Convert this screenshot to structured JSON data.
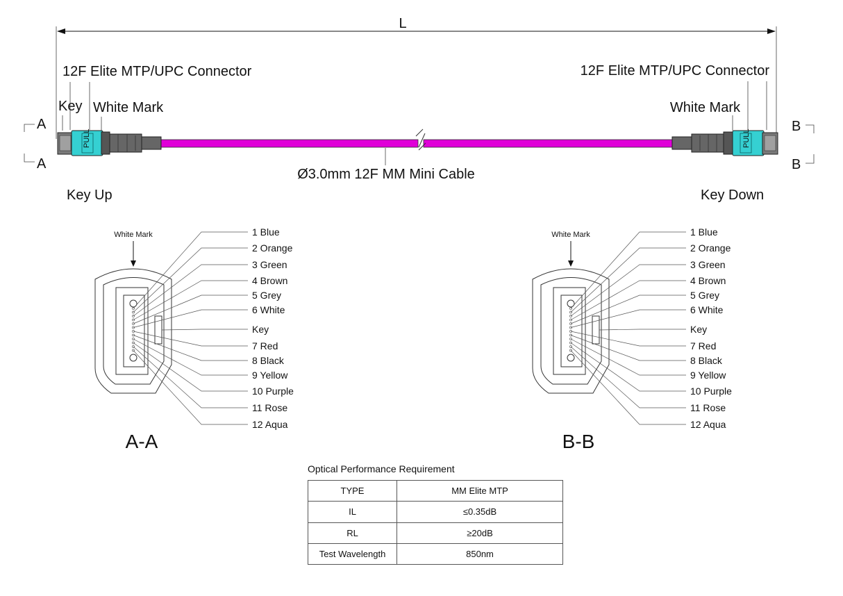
{
  "top": {
    "length_label": "L",
    "left_connector": "12F Elite MTP/UPC Connector",
    "right_connector": "12F Elite MTP/UPC Connector",
    "key_label": "Key",
    "white_mark_left": "White Mark",
    "white_mark_right": "White Mark",
    "section_a": "A",
    "section_b": "B",
    "pull_label": "PULL",
    "cable_label": "Ø3.0mm 12F MM Mini Cable",
    "key_up": "Key Up",
    "key_down": "Key  Down"
  },
  "colors": {
    "cable": "#e000d8",
    "connector": "#35d0d2",
    "boot": "#666666"
  },
  "views": {
    "aa": {
      "title": "A-A",
      "white_mark": "White Mark",
      "fibers": [
        "1 Blue",
        "2 Orange",
        "3 Green",
        "4 Brown",
        "5 Grey",
        "6 White"
      ],
      "key": "Key",
      "fibers2": [
        "7 Red",
        "8 Black",
        "9 Yellow",
        "10 Purple",
        "11 Rose",
        "12 Aqua"
      ]
    },
    "bb": {
      "title": "B-B",
      "white_mark": "White Mark",
      "fibers": [
        "1 Blue",
        "2 Orange",
        "3 Green",
        "4 Brown",
        "5 Grey",
        "6 White"
      ],
      "key": "Key",
      "fibers2": [
        "7 Red",
        "8 Black",
        "9 Yellow",
        "10 Purple",
        "11 Rose",
        "12 Aqua"
      ]
    }
  },
  "performance": {
    "title": "Optical Performance Requirement",
    "rows": [
      [
        "TYPE",
        "MM Elite MTP"
      ],
      [
        "IL",
        "≤0.35dB"
      ],
      [
        "RL",
        "≥20dB"
      ],
      [
        "Test Wavelength",
        "850nm"
      ]
    ]
  }
}
